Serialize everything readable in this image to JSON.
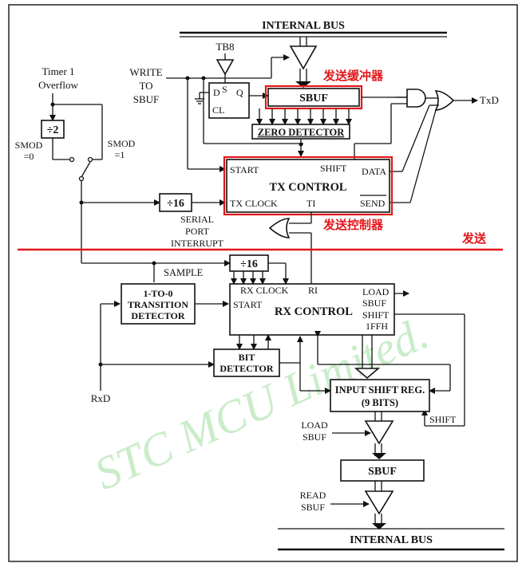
{
  "internal_bus_top": "INTERNAL BUS",
  "internal_bus_bottom": "INTERNAL BUS",
  "tb8": "TB8",
  "write_to_sbuf": [
    "WRITE",
    "TO",
    "SBUF"
  ],
  "timer1_overflow": [
    "Timer 1",
    "Overflow"
  ],
  "div2": "÷2",
  "smod0": [
    "SMOD",
    "=0"
  ],
  "smod1": [
    "SMOD",
    "=1"
  ],
  "flipflop": {
    "d": "D",
    "s": "S",
    "q": "Q",
    "cl": "CL"
  },
  "tx_sbuf": "SBUF",
  "tx_buffer_cn": "发送缓冲器",
  "zero_detector": "ZERO DETECTOR",
  "txd": "TxD",
  "tx_control": {
    "title": "TX CONTROL",
    "start": "START",
    "shift": "SHIFT",
    "data": "DATA",
    "tx_clock": "TX CLOCK",
    "ti": "TI",
    "send": "SEND"
  },
  "tx_control_cn": "发送控制器",
  "div16_tx": "÷16",
  "serial_port_interrupt": [
    "SERIAL",
    "PORT",
    "INTERRUPT"
  ],
  "send_cn": "发送",
  "sample": "SAMPLE",
  "div16_rx": "÷16",
  "transition_detector": [
    "1-TO-0",
    "TRANSITION",
    "DETECTOR"
  ],
  "rx_control": {
    "title": "RX CONTROL",
    "rx_clock": "RX CLOCK",
    "ri": "RI",
    "start": "START",
    "load_sbuf": [
      "LOAD",
      "SBUF"
    ],
    "shift": "SHIFT",
    "ffh": "1FFH"
  },
  "bit_detector": [
    "BIT",
    "DETECTOR"
  ],
  "rxd": "RxD",
  "input_shift_reg": [
    "INPUT SHIFT REG.",
    "(9 BITS)"
  ],
  "shift_label": "SHIFT",
  "load_sbuf_label": [
    "LOAD",
    "SBUF"
  ],
  "rx_sbuf": "SBUF",
  "read_sbuf": [
    "READ",
    "SBUF"
  ],
  "watermark": "STC  MCU  Limited."
}
